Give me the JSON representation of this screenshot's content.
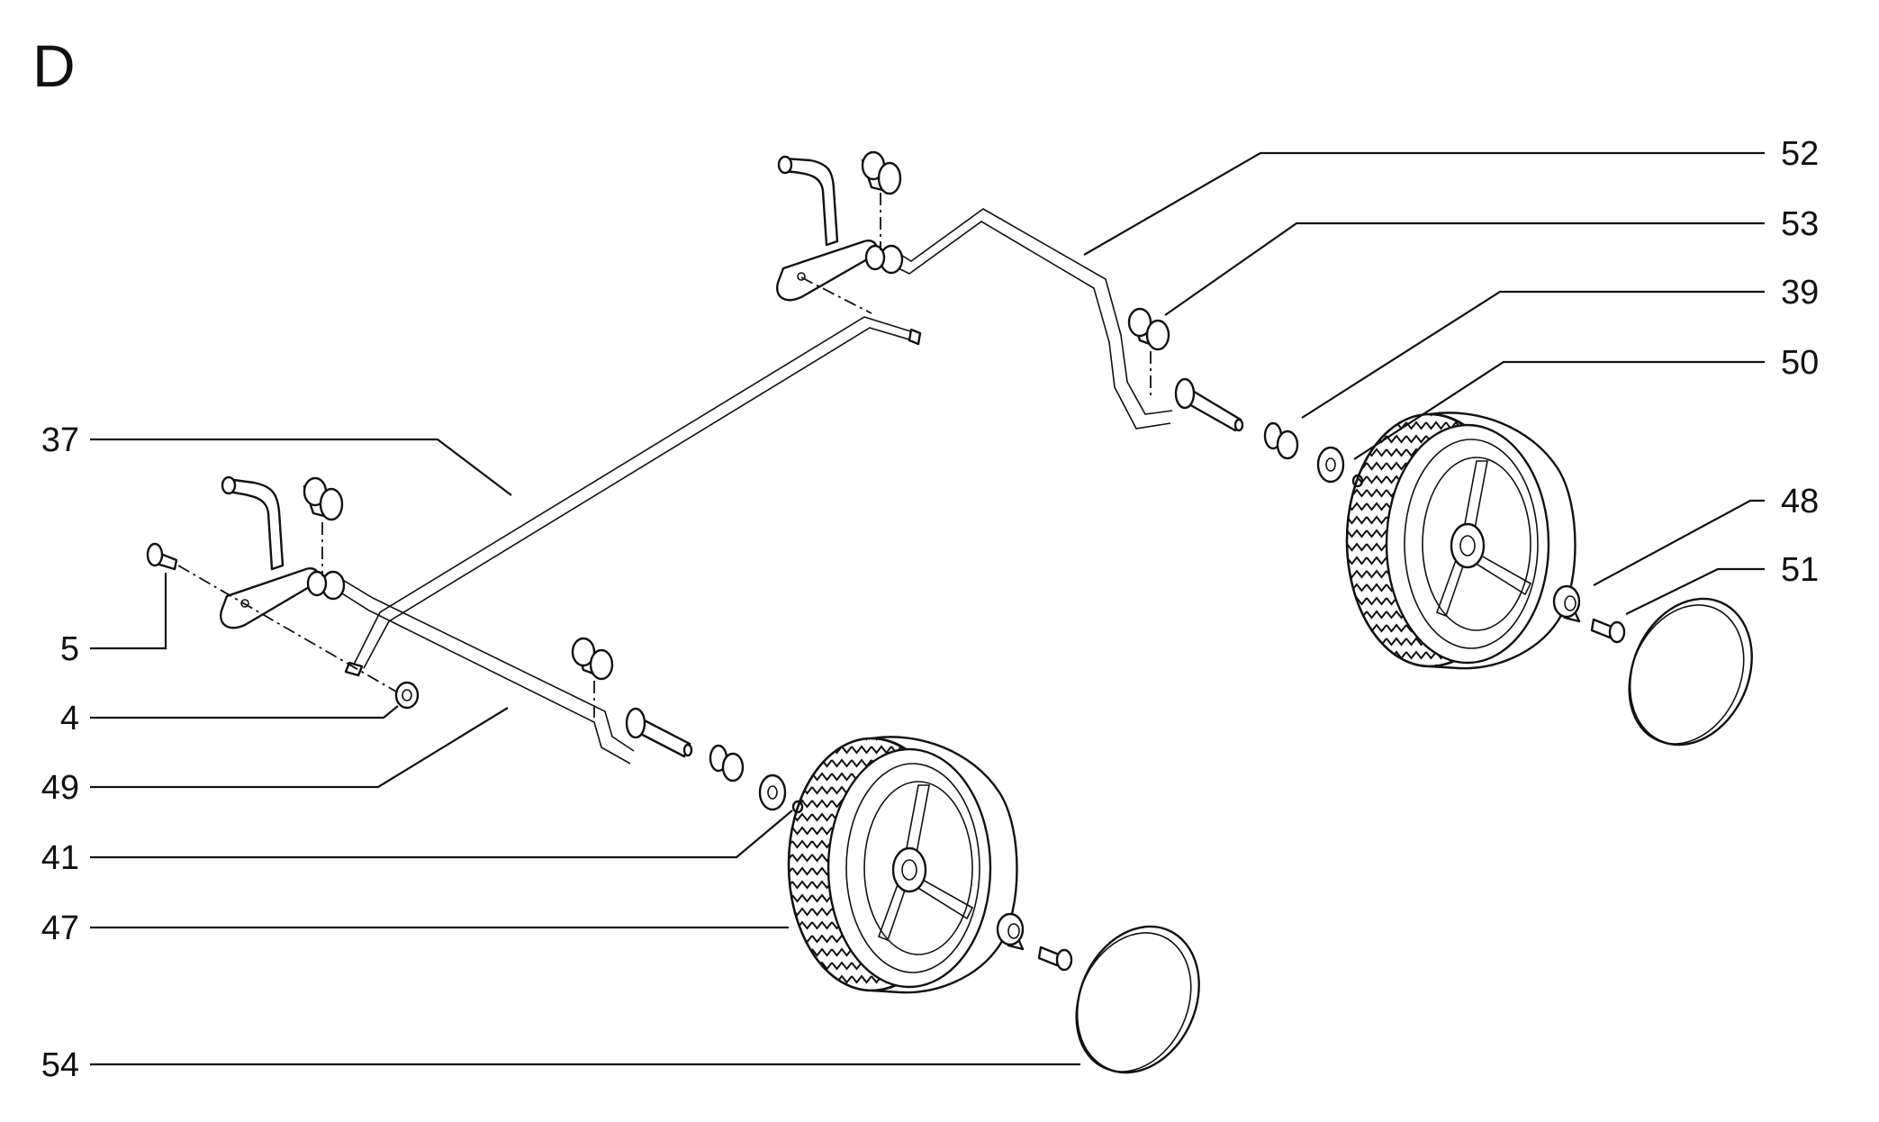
{
  "figure": {
    "section_letter": "D"
  },
  "callouts": [
    {
      "id": "52",
      "label": "52",
      "side": "right"
    },
    {
      "id": "53",
      "label": "53",
      "side": "right"
    },
    {
      "id": "39",
      "label": "39",
      "side": "right"
    },
    {
      "id": "50",
      "label": "50",
      "side": "right"
    },
    {
      "id": "48",
      "label": "48",
      "side": "right"
    },
    {
      "id": "51",
      "label": "51",
      "side": "right"
    },
    {
      "id": "37",
      "label": "37",
      "side": "left"
    },
    {
      "id": "5",
      "label": "5",
      "side": "left"
    },
    {
      "id": "4",
      "label": "4",
      "side": "left"
    },
    {
      "id": "49",
      "label": "49",
      "side": "left"
    },
    {
      "id": "41",
      "label": "41",
      "side": "left"
    },
    {
      "id": "47",
      "label": "47",
      "side": "left"
    },
    {
      "id": "54",
      "label": "54",
      "side": "left"
    }
  ]
}
